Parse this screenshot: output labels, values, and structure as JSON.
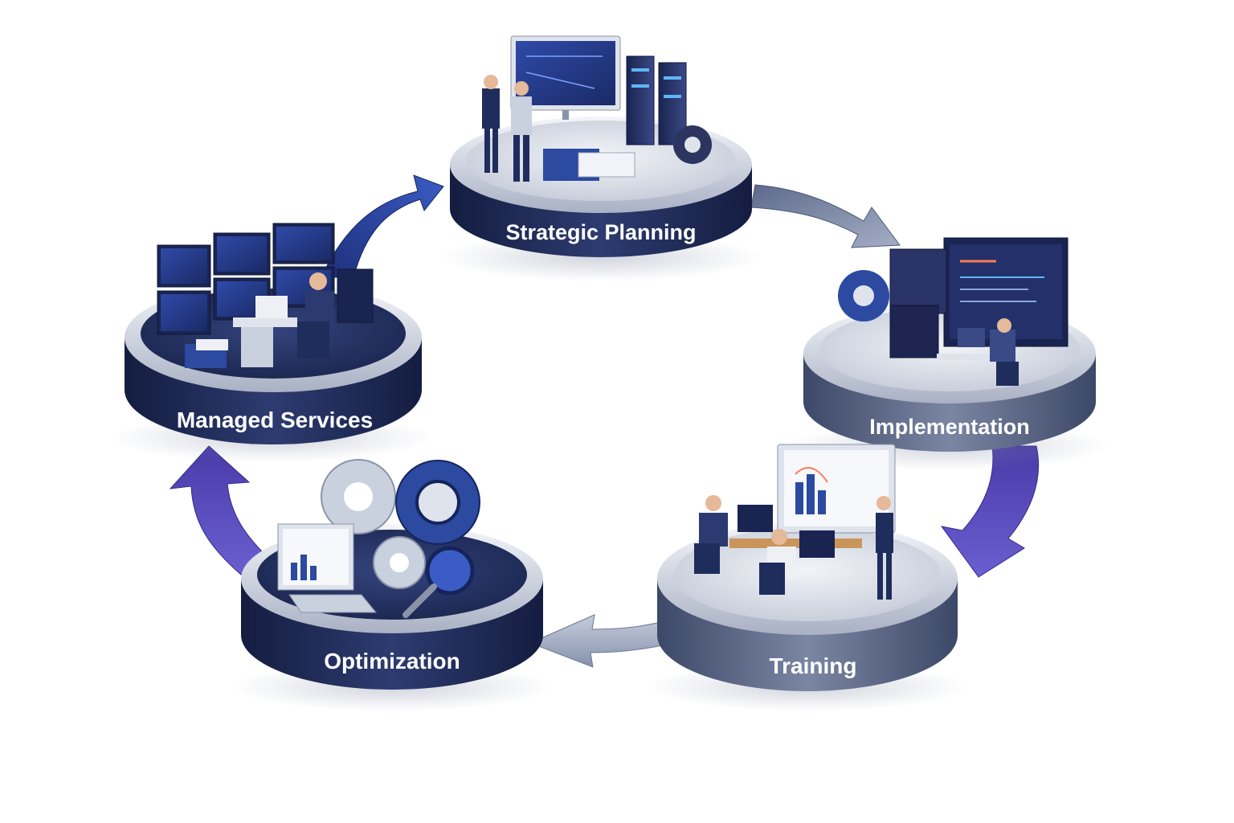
{
  "diagram": {
    "type": "cycle",
    "stages": [
      {
        "id": "strategic-planning",
        "label": "Strategic Planning",
        "icon": "planning-team-icon"
      },
      {
        "id": "implementation",
        "label": "Implementation",
        "icon": "developer-workstation-icon"
      },
      {
        "id": "training",
        "label": "Training",
        "icon": "classroom-icon"
      },
      {
        "id": "optimization",
        "label": "Optimization",
        "icon": "gears-magnifier-icon"
      },
      {
        "id": "managed-services",
        "label": "Managed Services",
        "icon": "monitoring-center-icon"
      }
    ],
    "flow": [
      {
        "from": "strategic-planning",
        "to": "implementation"
      },
      {
        "from": "implementation",
        "to": "training"
      },
      {
        "from": "training",
        "to": "optimization"
      },
      {
        "from": "optimization",
        "to": "managed-services"
      },
      {
        "from": "managed-services",
        "to": "strategic-planning"
      }
    ]
  },
  "colors": {
    "navy": "#1f2d5c",
    "royal_blue": "#2b4aa0",
    "steel_gray": "#6f7c98",
    "purple": "#5a4fb8",
    "silver": "#d9dde6",
    "label_text": "#ffffff"
  }
}
